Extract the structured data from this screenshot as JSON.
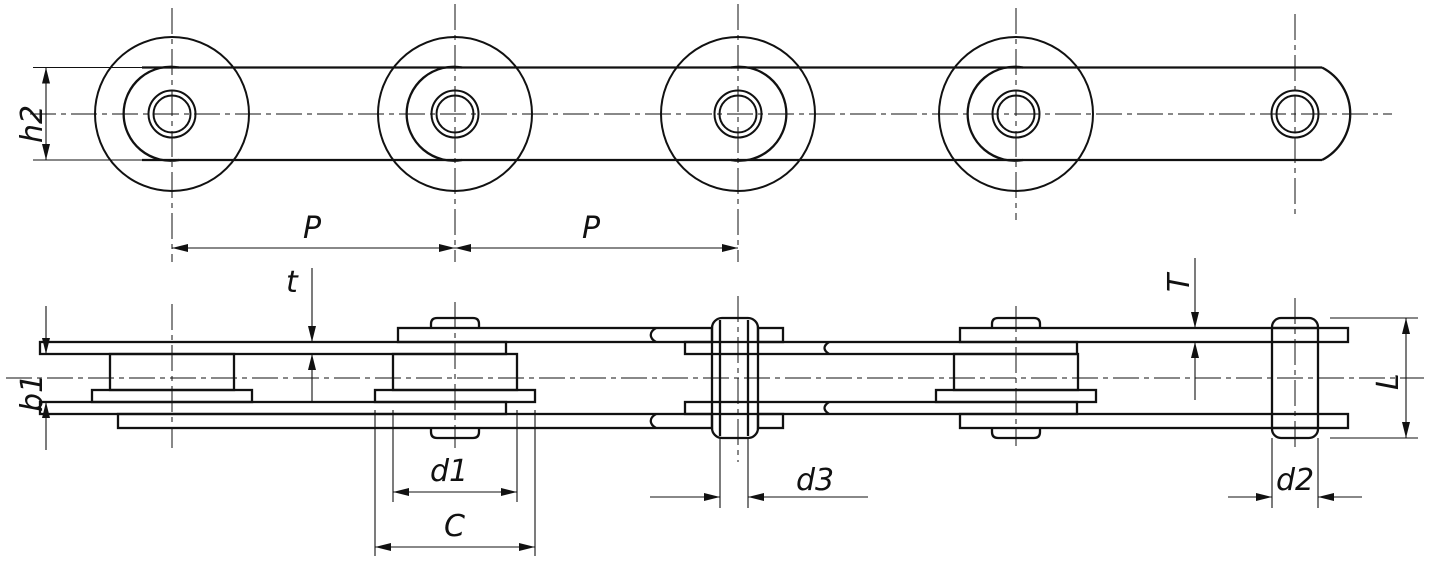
{
  "diagram": {
    "type": "technical-drawing",
    "subject": "conveyor roller chain shown in two orthographic views (side elevation with rollers above, plan view with pins below)"
  },
  "labels": {
    "h2": "h2",
    "P": "P",
    "t": "t",
    "T": "T",
    "b1": "b1",
    "d1": "d1",
    "C": "C",
    "d3": "d3",
    "d2": "d2",
    "L": "L"
  },
  "colors": {
    "line": "#111111",
    "background": "#ffffff"
  }
}
